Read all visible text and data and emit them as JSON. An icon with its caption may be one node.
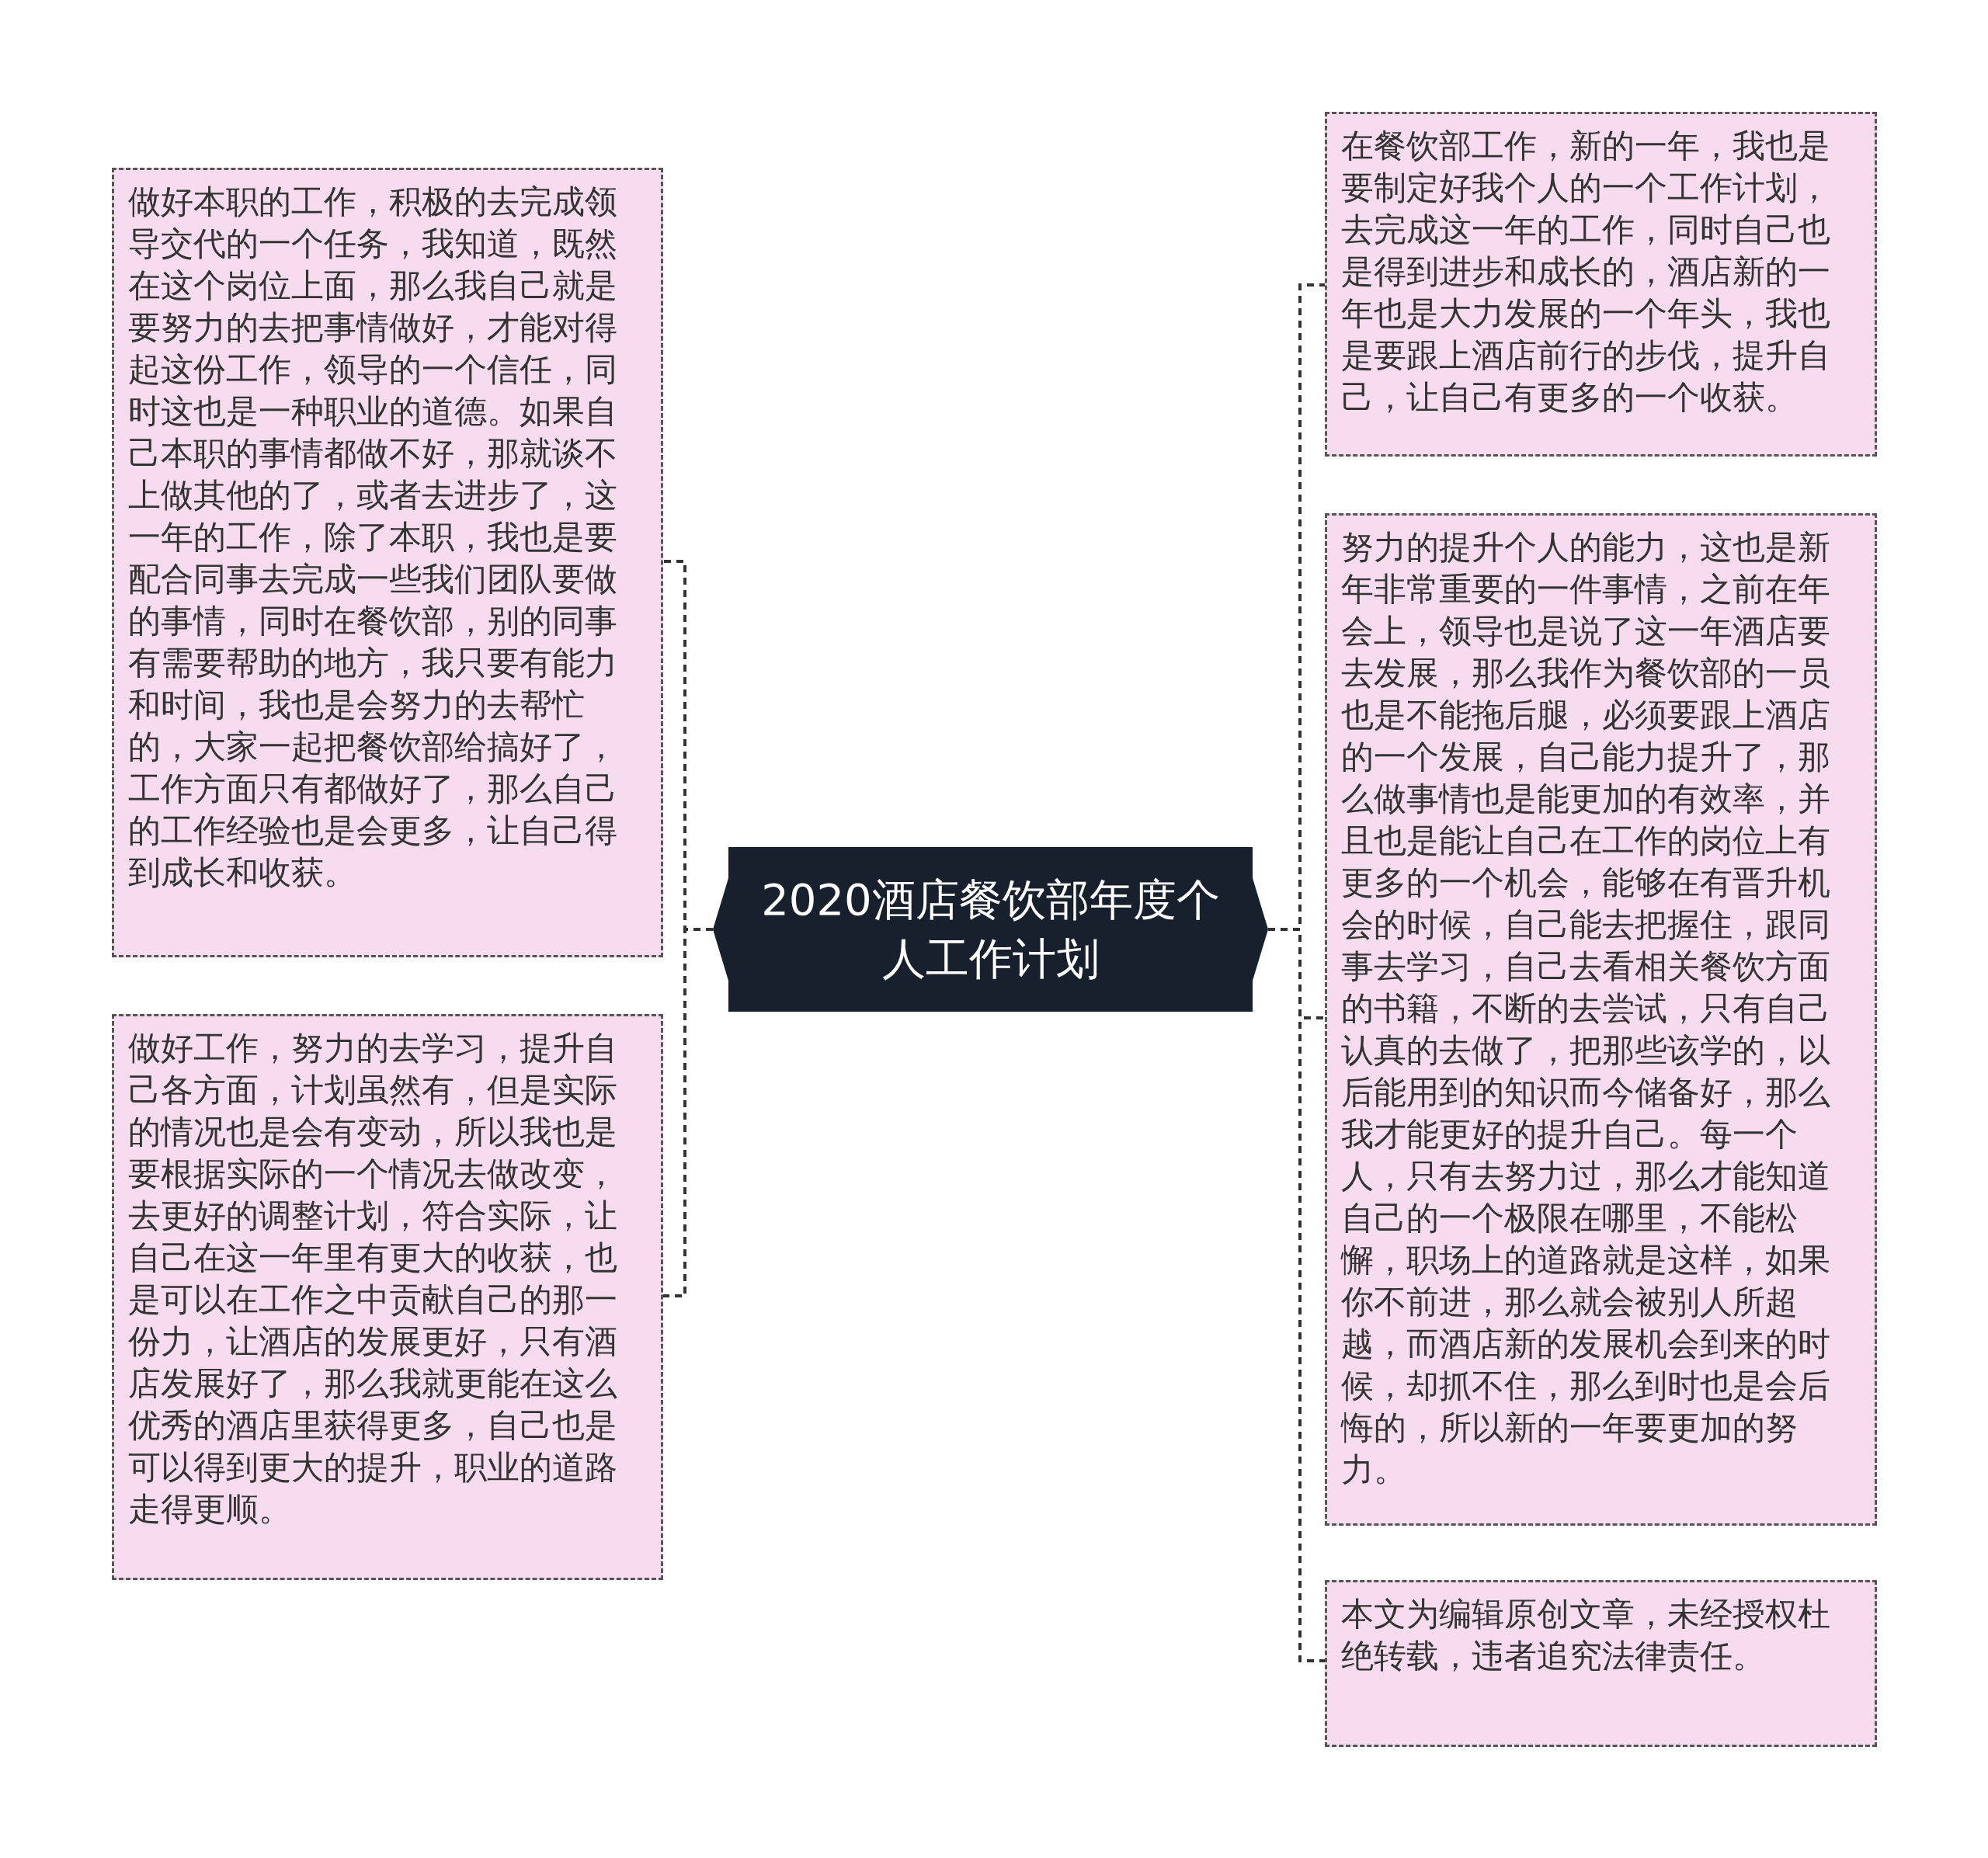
{
  "diagram": {
    "nodes": [
      {
        "text": [
          "2020酒店餐饮部年度个人工作计划"
        ]
      },
      {
        "text": [
          "做好本职的工作，积极的去完成领导交代的一个任务，我知道，既然在这个岗位上面，那么我自己就是要努力的去把事情做好，才能对得起这份工作，领导的一个信任，同时这也是一种职业的道德。如果自己本职的事情都做不好，那就谈不上做其他的了，或者去进步了，这一年的工作，除了本职，我也是要配合同事去完成一些我们团队要做的事情，同时在餐饮部，别的同事有需要帮助的地方，我只要有能力和时间，我也是会努力的去帮忙的，大家一起把餐饮部给搞好了，工作方面只有都做好了，那么自己的工作经验也是会更多，让自己得到成长和收获。"
        ]
      },
      {
        "text": [
          "做好工作，努力的去学习，提升自己各方面，计划虽然有，但是实际的情况也是会有变动，所以我也是要根据实际的一个情况去做改变，去更好的调整计划，符合实际，让自己在这一年里有更大的收获，也是可以在工作之中贡献自己的那一份力，让酒店的发展更好，只有酒店发展好了，那么我就更能在这么优秀的酒店里获得更多，自己也是可以得到更大的提升，职业的道路走得更顺。"
        ]
      },
      {
        "text": [
          "在餐饮部工作，新的一年，我也是要制定好我个人的一个工作计划，去完成这一年的工作，同时自己也是得到进步和成长的，酒店新的一年也是大力发展的一个年头，我也是要跟上酒店前行的步伐，提升自己，让自己有更多的一个收获。"
        ]
      },
      {
        "text": [
          "努力的提升个人的能力，这也是新年非常重要的一件事情，之前在年会上，领导也是说了这一年酒店要去发展，那么我作为餐饮部的一员也是不能拖后腿，必须要跟上酒店的一个发展，自己能力提升了，那么做事情也是能更加的有效率，并且也是能让自己在工作的岗位上有更多的一个机会，能够在有晋升机会的时候，自己能去把握住，跟同事去学习，自己去看相关餐饮方面的书籍，不断的去尝试，只有自己认真的去做了，把那些该学的，以后能用到的知识而今储备好，那么我才能更好的提升自己。每一个人，只有去努力过，那么才能知道自己的一个极限在哪里，不能松懈，职场上的道路就是这样，如果你不前进，那么就会被别人所超越，而酒店新的发展机会到来的时候，却抓不住，那么到时也是会后悔的，所以新的一年要更加的努力。"
        ]
      },
      {
        "text": [
          "本文为编辑原创文章，未经授权杜绝转载，违者追究法律责任。"
        ]
      }
    ],
    "edges": [
      {
        "from": 0,
        "to": 1,
        "arrow": "none"
      },
      {
        "from": 0,
        "to": 2,
        "arrow": "none"
      },
      {
        "from": 0,
        "to": 3,
        "arrow": "none"
      },
      {
        "from": 0,
        "to": 4,
        "arrow": "none"
      },
      {
        "from": 0,
        "to": 5,
        "arrow": "none"
      }
    ]
  }
}
